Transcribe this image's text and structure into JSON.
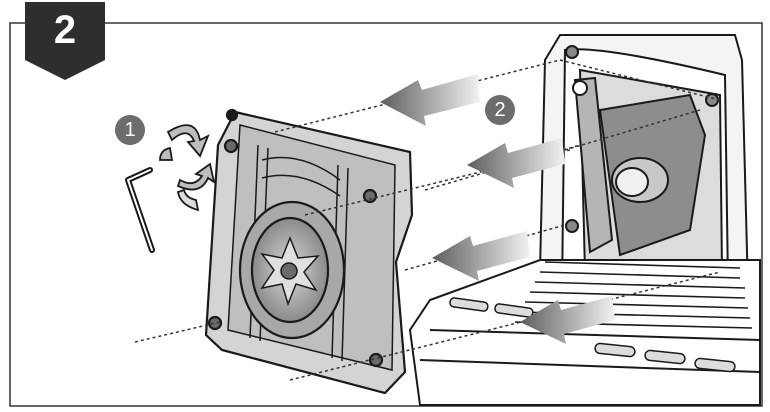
{
  "step": {
    "number": "2"
  },
  "callouts": [
    {
      "label": "1",
      "meaning": "loosen-screws"
    },
    {
      "label": "2",
      "meaning": "remove-cover"
    }
  ],
  "icons": [
    "hex-key-icon",
    "rotation-arrows-icon",
    "removal-arrow-icon"
  ],
  "colors": {
    "badge": "#2e2e2e",
    "callout": "#6d6d6d",
    "line_art": "#1a1a1a",
    "arrow_dark": "#6a6a6a",
    "arrow_light": "#e8e8e8"
  }
}
